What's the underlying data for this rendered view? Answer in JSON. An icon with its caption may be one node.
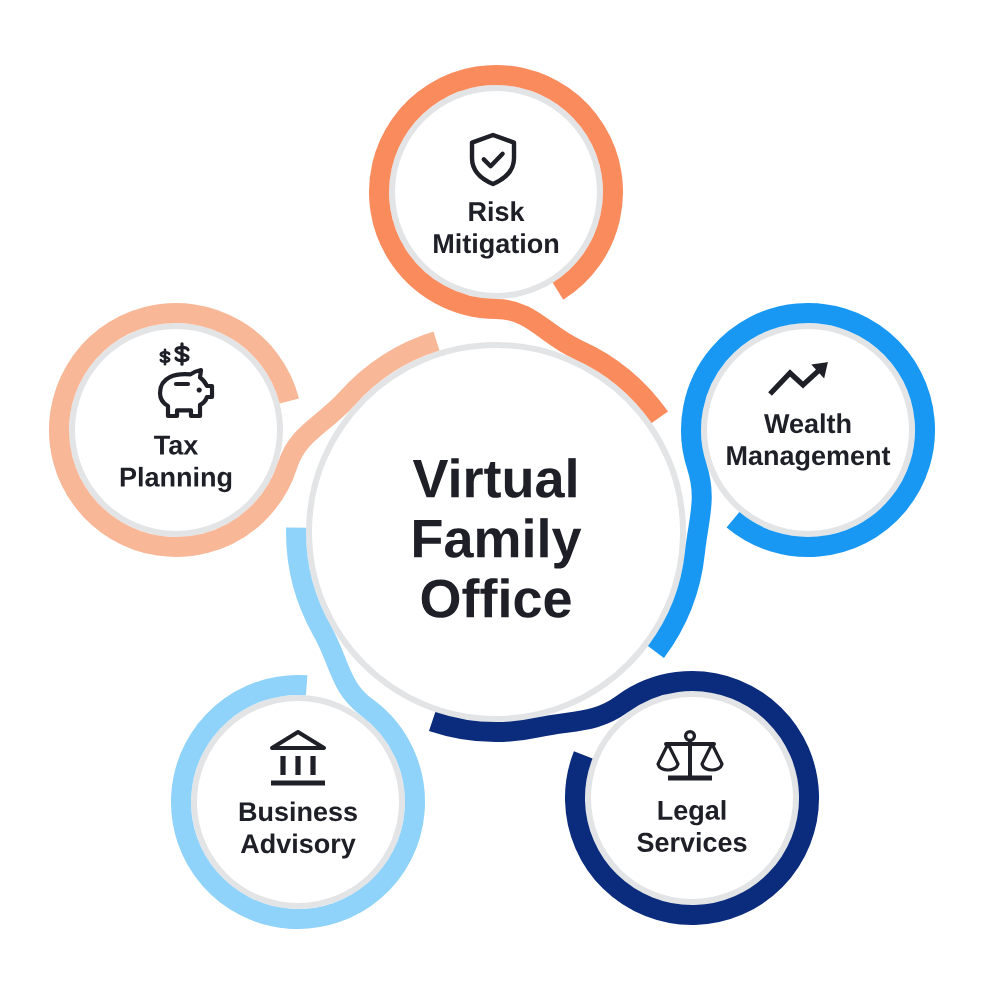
{
  "diagram": {
    "nodes": [
      {
        "text": [
          "Virtual Family Office"
        ]
      },
      {
        "text": [
          "Risk Mitigation"
        ]
      },
      {
        "text": [
          "Wealth Management"
        ]
      },
      {
        "text": [
          "Legal Services"
        ]
      },
      {
        "text": [
          "Business Advisory"
        ]
      },
      {
        "text": [
          "Tax Planning"
        ]
      }
    ],
    "edges": [
      {
        "from": 1,
        "to": 0,
        "arrow": "none",
        "color": "#f98b5c"
      },
      {
        "from": 2,
        "to": 0,
        "arrow": "none",
        "color": "#1898f2"
      },
      {
        "from": 3,
        "to": 0,
        "arrow": "none",
        "color": "#0b2c7c"
      },
      {
        "from": 4,
        "to": 0,
        "arrow": "none",
        "color": "#8fd2fa"
      },
      {
        "from": 5,
        "to": 0,
        "arrow": "none",
        "color": "#f8b797"
      }
    ]
  }
}
